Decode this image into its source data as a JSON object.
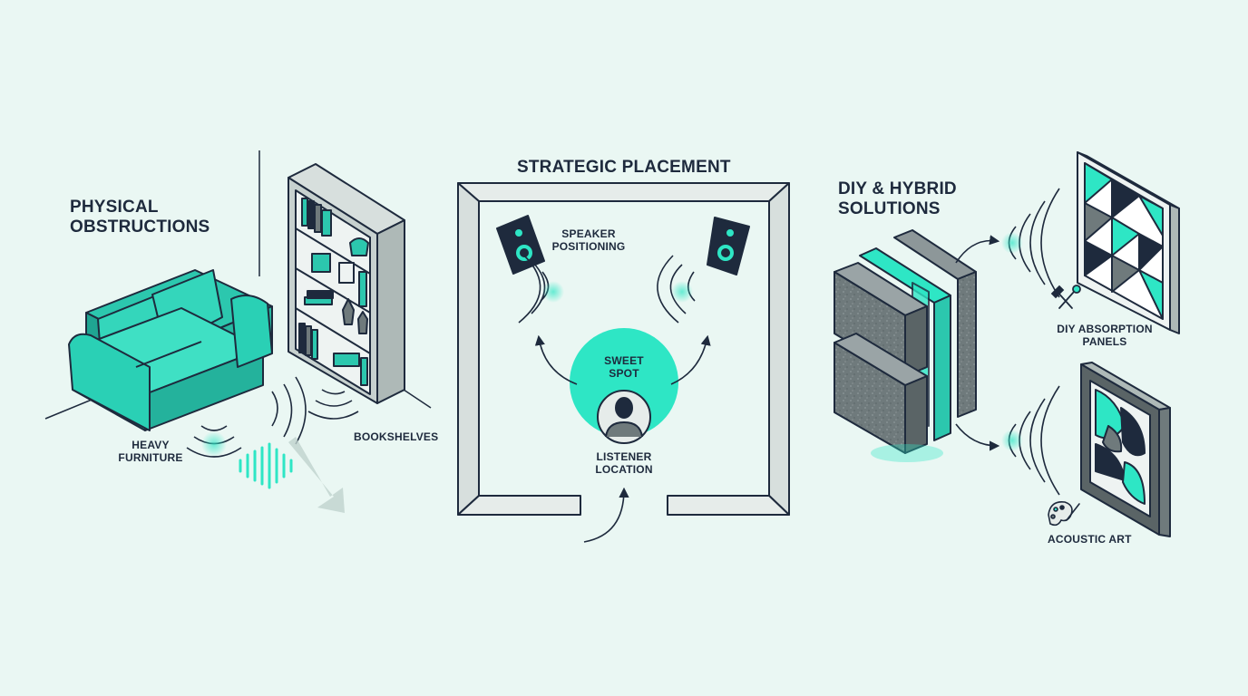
{
  "sections": {
    "physical": {
      "title_line1": "PHYSICAL",
      "title_line2": "OBSTRUCTIONS",
      "furniture_line1": "HEAVY",
      "furniture_line2": "FURNITURE",
      "bookshelves": "BOOKSHELVES"
    },
    "placement": {
      "title": "STRATEGIC PLACEMENT",
      "speaker_line1": "SPEAKER",
      "speaker_line2": "POSITIONING",
      "sweet_line1": "SWEET",
      "sweet_line2": "SPOT",
      "listener_line1": "LISTENER",
      "listener_line2": "LOCATION"
    },
    "diy": {
      "title_line1": "DIY & HYBRID",
      "title_line2": "SOLUTIONS",
      "panels_line1": "DIY ABSORPTION",
      "panels_line2": "PANELS",
      "art": "ACOUSTIC ART"
    }
  },
  "colors": {
    "background": "#eaf7f3",
    "accent": "#2ee6c5",
    "teal": "#34c2ab",
    "ink": "#1e2a3d",
    "stone": "#6f7a7c",
    "wall": "#e6ecea"
  }
}
